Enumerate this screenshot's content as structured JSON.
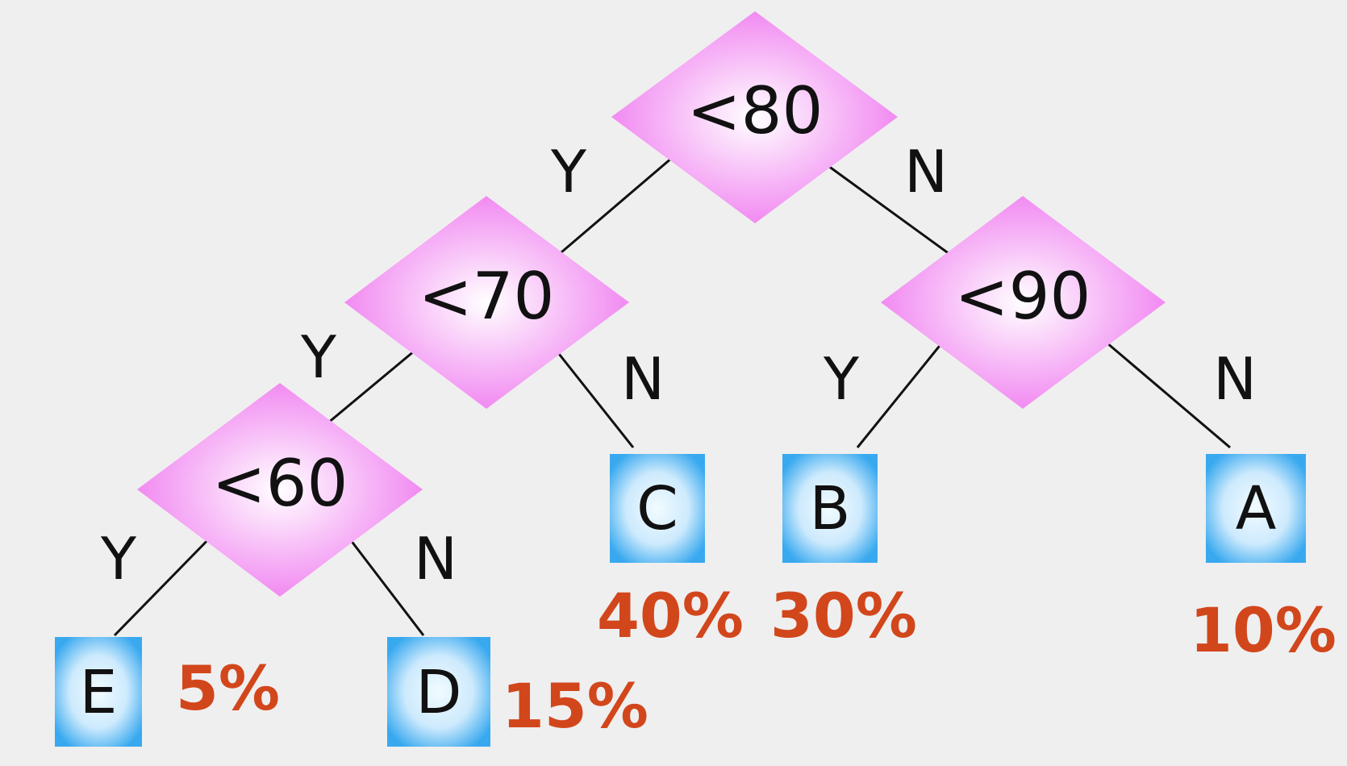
{
  "decisions": {
    "root": "<80",
    "left": "<70",
    "right": "<90",
    "leftleft": "<60"
  },
  "edges": {
    "root_yes": "Y",
    "root_no": "N",
    "left_yes": "Y",
    "left_no": "N",
    "right_yes": "Y",
    "right_no": "N",
    "leftleft_yes": "Y",
    "leftleft_no": "N"
  },
  "leaves": {
    "e": {
      "label": "E",
      "percent": "5%"
    },
    "d": {
      "label": "D",
      "percent": "15%"
    },
    "c": {
      "label": "C",
      "percent": "40%"
    },
    "b": {
      "label": "B",
      "percent": "30%"
    },
    "a": {
      "label": "A",
      "percent": "10%"
    }
  },
  "colors": {
    "decision_fill_center": "#ffffff",
    "decision_fill_edge": "#f07ef0",
    "leaf_fill_center": "#f2fbff",
    "leaf_fill_edge": "#39a9ef",
    "percent": "#d2461c",
    "background": "#efefef"
  }
}
